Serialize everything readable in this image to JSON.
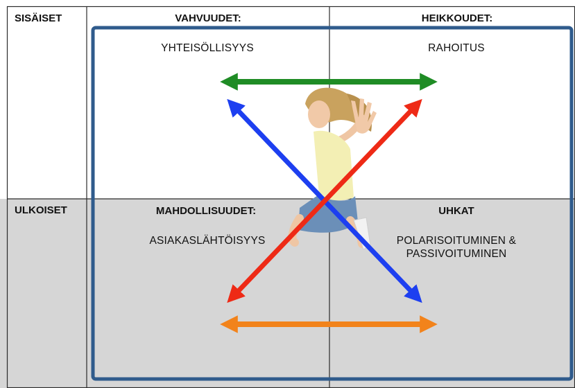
{
  "matrix": {
    "row_labels": {
      "internal": "SISÄISET",
      "external": "ULKOISET"
    },
    "quadrants": {
      "strengths": {
        "title": "VAHVUUDET:",
        "item": "YHTEISÖLLISYYS"
      },
      "weaknesses": {
        "title": "HEIKKOUDET:",
        "item": "RAHOITUS"
      },
      "opportunities": {
        "title": "MAHDOLLISUUDET:",
        "item": "ASIAKASLÄHTÖISYYS"
      },
      "threats": {
        "title": "UHKAT",
        "item_line1": "POLARISOITUMINEN &",
        "item_line2": "PASSIVOITUMINEN"
      }
    }
  },
  "colors": {
    "grid_line": "#2b2b2b",
    "frame": "#2f5b8c",
    "lower_fill": "#d6d6d6",
    "arrow_top": "#1f8c25",
    "arrow_bottom": "#f2831b",
    "arrow_blue": "#1d3ff0",
    "arrow_red": "#ee2a16"
  },
  "arrows": [
    {
      "name": "top-horizontal-arrow-icon",
      "color": "arrow_top"
    },
    {
      "name": "bottom-horizontal-arrow-icon",
      "color": "arrow_bottom"
    },
    {
      "name": "blue-diagonal-arrow-icon",
      "color": "arrow_blue"
    },
    {
      "name": "red-diagonal-arrow-icon",
      "color": "arrow_red"
    }
  ],
  "image": {
    "icon": "jumping-girl-photo"
  }
}
